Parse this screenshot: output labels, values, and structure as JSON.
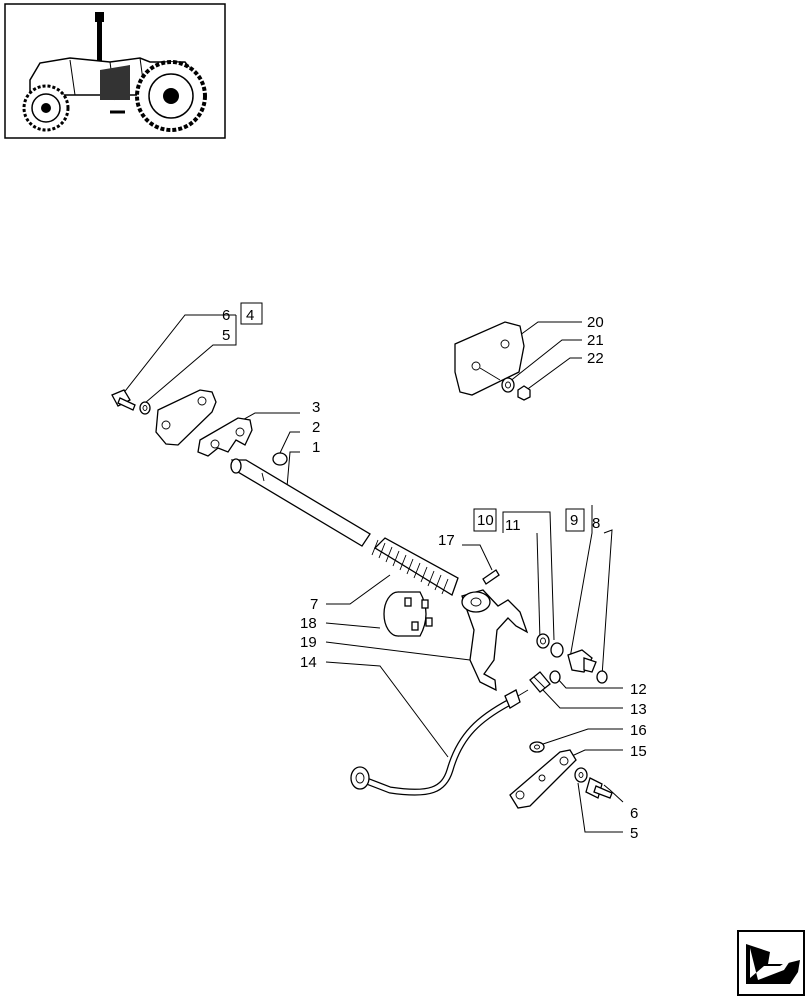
{
  "labels": {
    "l1": "1",
    "l2": "2",
    "l3": "3",
    "l4": "4",
    "l5a": "5",
    "l5b": "5",
    "l6a": "6",
    "l6b": "6",
    "l7": "7",
    "l8": "8",
    "l9": "9",
    "l10": "10",
    "l11": "11",
    "l12": "12",
    "l13": "13",
    "l14": "14",
    "l15": "15",
    "l16": "16",
    "l17": "17",
    "l18": "18",
    "l19": "19",
    "l20": "20",
    "l21": "21",
    "l22": "22"
  },
  "icons": {
    "thumbnail": "tractor-thumbnail-icon",
    "navigation": "next-page-arrow-icon"
  }
}
